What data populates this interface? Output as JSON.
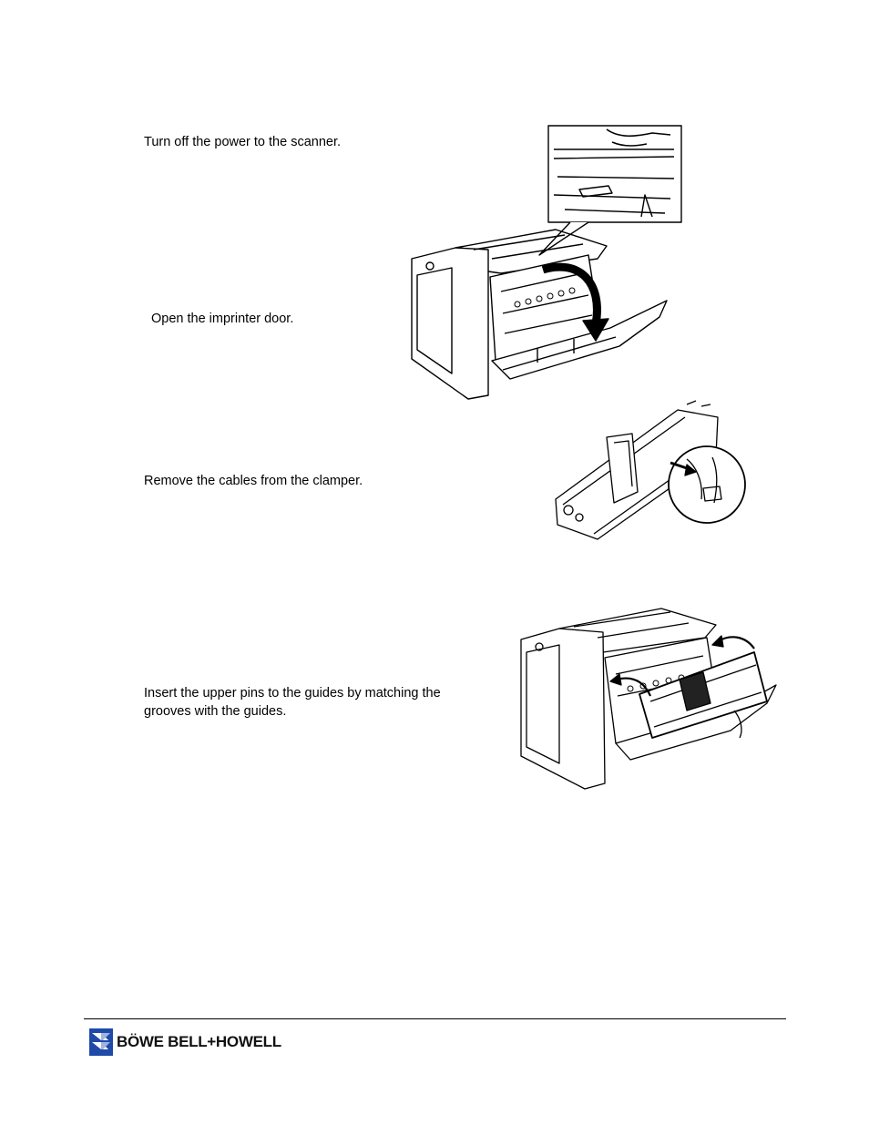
{
  "steps": [
    {
      "text": "Turn off the power to the scanner."
    },
    {
      "text": "Open the imprinter door."
    },
    {
      "text": "Remove the cables from the clamper."
    },
    {
      "text": "Insert the upper pins to the guides by matching the grooves with the guides."
    }
  ],
  "figures": [
    {
      "icon": "scanner-open-door-illustration"
    },
    {
      "icon": "cable-clamper-illustration"
    },
    {
      "icon": "imprinter-insert-illustration"
    }
  ],
  "footer": {
    "brand_text": "BÖWE BELL+HOWELL",
    "logo_icon": "bowe-bell-howell-logo-icon",
    "brand_color": "#1f4aa8"
  }
}
